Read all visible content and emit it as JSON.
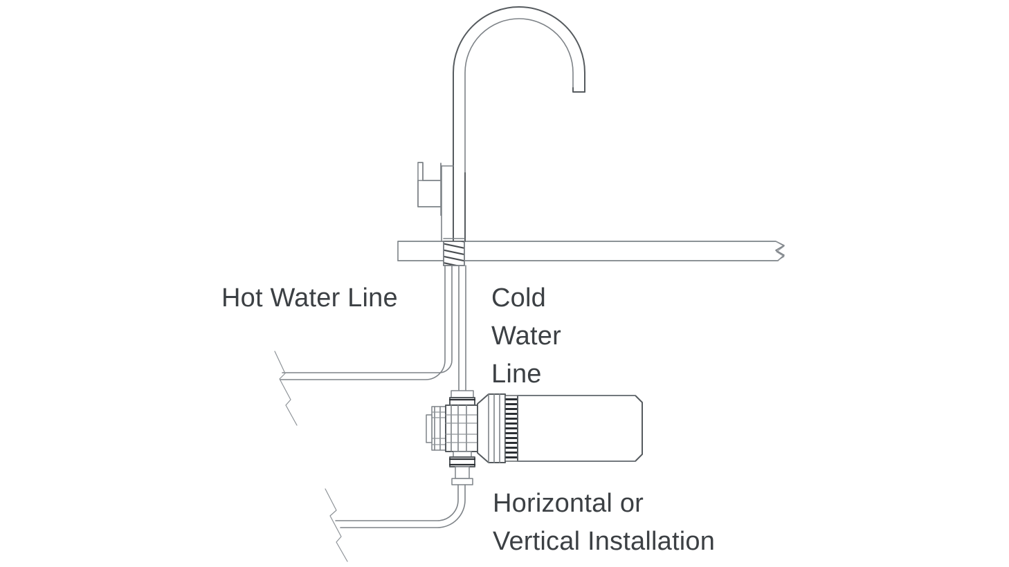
{
  "figure": {
    "kind": "technical-line-drawing",
    "subject": "Under-sink water filter installation diagram",
    "background_color": "#ffffff",
    "line_color": "#555a5e",
    "text_color": "#3c4044"
  },
  "labels": {
    "hot_water_line": "Hot Water Line",
    "cold_water_line_1": "Cold",
    "cold_water_line_2": "Water",
    "cold_water_line_3": "Line",
    "installation_1": "Horizontal or",
    "installation_2": "Vertical Installation"
  },
  "parts": {
    "faucet": "gooseneck-faucet",
    "handle": "faucet-lever-handle",
    "spout_tip": "faucet-spout-outlet",
    "countertop": "countertop-slab",
    "mounting_thread": "threaded-shank",
    "filter_housing": "filter-canister",
    "filter_cap": "ribbed-filter-cap",
    "valve_head": "filter-valve-head",
    "hot_supply_tube": "hot-water-supply-tube",
    "cold_supply_tube": "cold-water-supply-tube",
    "outlet_tube": "filter-outlet-tube",
    "break_line_upper": "break-line",
    "break_line_lower": "break-line",
    "counter_break": "countertop-break-line"
  }
}
